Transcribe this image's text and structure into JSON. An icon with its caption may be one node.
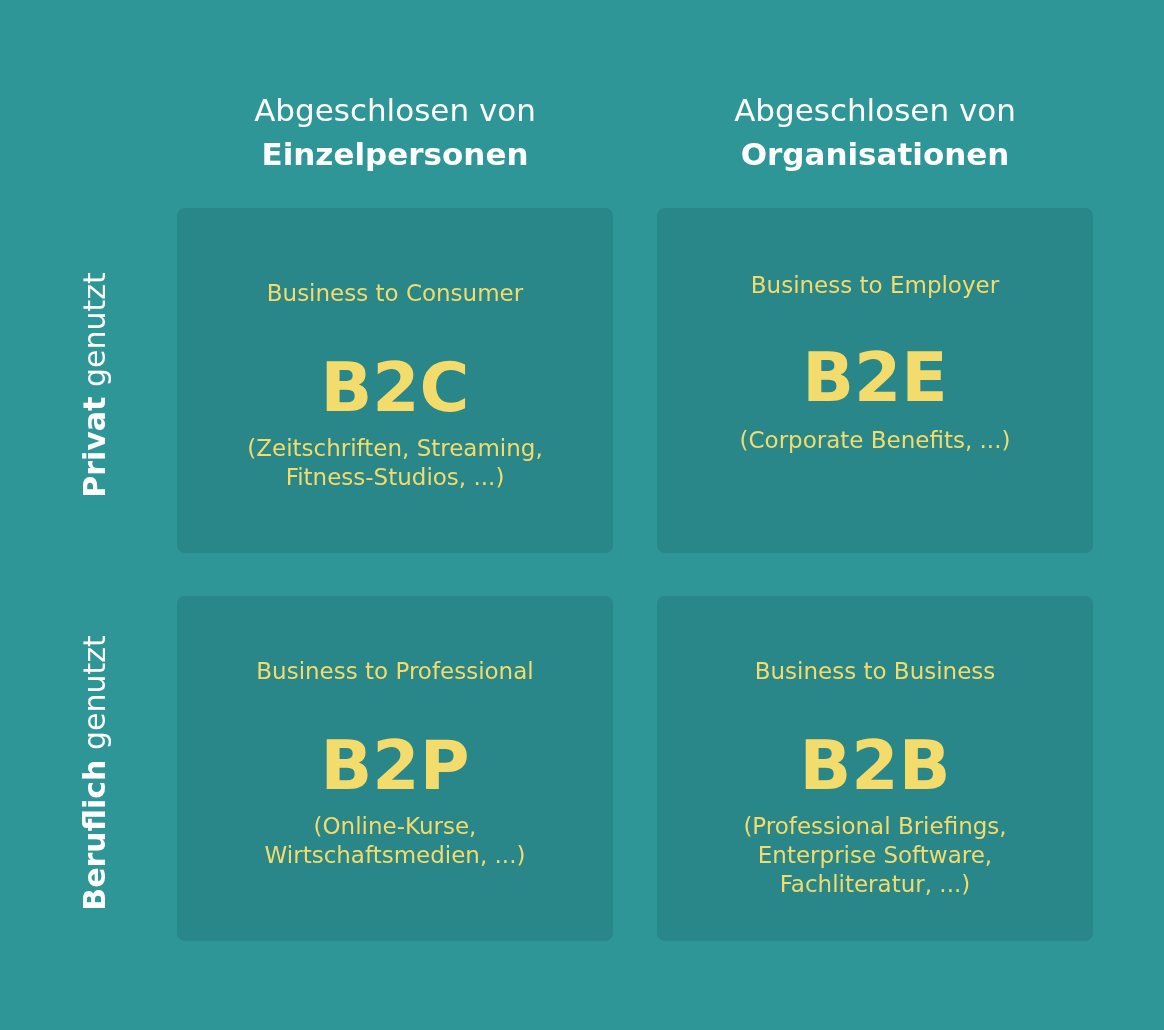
{
  "diagram": {
    "nodes": [
      {
        "text": [
          "Business to Consumer",
          "B2C",
          "(Zeitschriften, Streaming, Fitness-Studios, ...)"
        ]
      },
      {
        "text": [
          "Business to Employer",
          "B2E",
          "(Corporate Benefits, ...)"
        ]
      },
      {
        "text": [
          "Business to Professional",
          "B2P",
          "(Online-Kurse, Wirtschaftsmedien, ...)"
        ]
      },
      {
        "text": [
          "Business to Business",
          "B2B",
          "(Professional Briefings, Enterprise Software, Fachliteratur, ...)"
        ]
      }
    ],
    "edges": [],
    "labels": [
      "Abgeschlosen von **Einzelpersonen**",
      "Abgeschlosen von **Organisationen**",
      "**Privat** genutzt",
      "**Beruflich** genutzt"
    ]
  }
}
